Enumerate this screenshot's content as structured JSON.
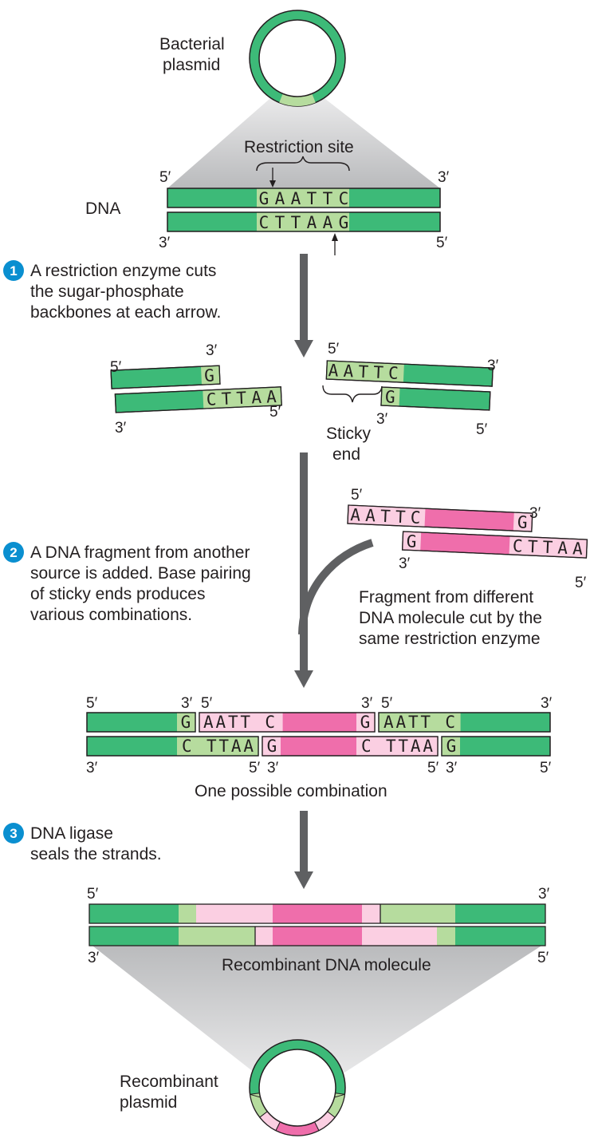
{
  "colors": {
    "dna_dark": "#3dba78",
    "dna_light": "#b6dc9e",
    "foreign_dark": "#ef6eab",
    "foreign_light": "#fbcfe2",
    "arrow": "#5f6062",
    "step_badge": "#0a8fd0",
    "text": "#231f20"
  },
  "top": {
    "plasmid_label_1": "Bacterial",
    "plasmid_label_2": "plasmid",
    "restriction_site": "Restriction site",
    "dna_label": "DNA",
    "top_seq": [
      "G",
      "A",
      "A",
      "T",
      "T",
      "C"
    ],
    "bottom_seq": [
      "C",
      "T",
      "T",
      "A",
      "A",
      "G"
    ],
    "five_prime": "5′",
    "three_prime": "3′"
  },
  "steps": [
    {
      "number": "1",
      "lines": [
        "A restriction enzyme cuts",
        "the sugar-phosphate",
        "backbones at each arrow."
      ]
    },
    {
      "number": "2",
      "lines": [
        "A DNA fragment from another",
        "source is added. Base pairing",
        "of sticky ends produces",
        "various combinations."
      ]
    },
    {
      "number": "3",
      "lines": [
        "DNA ligase",
        "seals the strands."
      ]
    }
  ],
  "cut": {
    "left_top_seq": "G",
    "left_bottom_seq": "CTTAA",
    "right_top_seq": "AATTC",
    "right_bottom_seq": "G",
    "sticky_end_1": "Sticky",
    "sticky_end_2": "end"
  },
  "fragment": {
    "top_left_seq": "AATTC",
    "top_right_seq": "G",
    "bottom_left_seq": "G",
    "bottom_right_seq": "CTTAA",
    "caption": [
      "Fragment from different",
      "DNA molecule cut by the",
      "same restriction enzyme"
    ]
  },
  "combination": {
    "caption": "One possible combination",
    "seg_g": "G",
    "seg_aattc": "AATT C",
    "seg_cttaa": "C TTAA"
  },
  "recombinant": {
    "caption": "Recombinant DNA molecule",
    "plasmid_label_1": "Recombinant",
    "plasmid_label_2": "plasmid"
  }
}
